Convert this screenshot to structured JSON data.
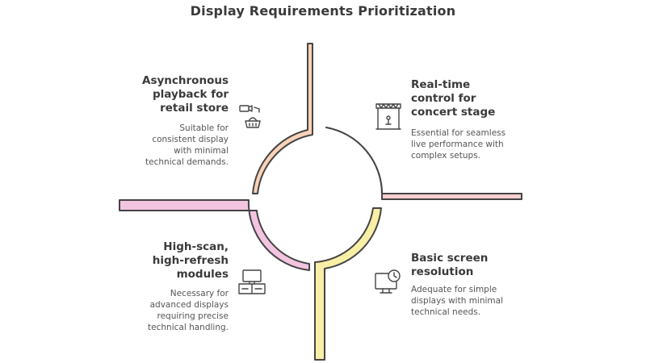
{
  "title": "Display Requirements Prioritization",
  "quadrants": [
    {
      "id": "top-left",
      "heading_lines": [
        "Asynchronous",
        "playback for",
        "retail store"
      ],
      "description_lines": [
        "Suitable for",
        "consistent display",
        "with minimal",
        "technical demands."
      ],
      "icon": "security-camera-shopping-basket-icon",
      "color": "#f9d2b8"
    },
    {
      "id": "top-right",
      "heading_lines": [
        "Real-time",
        "control for",
        "concert stage"
      ],
      "description_lines": [
        "Essential for seamless",
        "live performance with",
        "complex setups."
      ],
      "icon": "concert-stage-icon",
      "color": "#f9cfcf"
    },
    {
      "id": "bottom-left",
      "heading_lines": [
        "High-scan,",
        "high-refresh",
        "modules"
      ],
      "description_lines": [
        "Necessary for",
        "advanced displays",
        "requiring precise",
        "technical handling."
      ],
      "icon": "display-modules-icon",
      "color": "#f3c4df"
    },
    {
      "id": "bottom-right",
      "heading_lines": [
        "Basic screen",
        "resolution"
      ],
      "description_lines": [
        "Adequate for simple",
        "displays with minimal",
        "technical needs."
      ],
      "icon": "monitor-clock-icon",
      "color": "#f8efa6"
    }
  ]
}
